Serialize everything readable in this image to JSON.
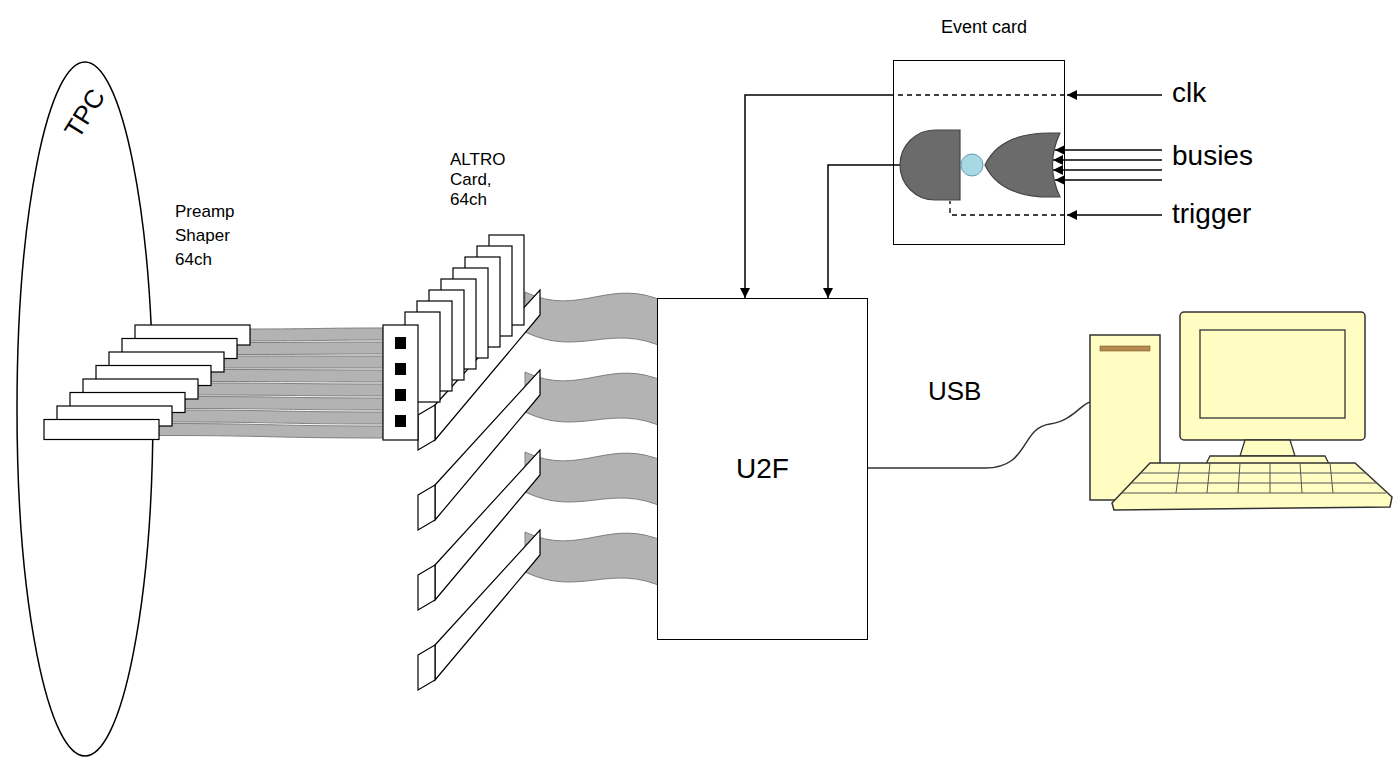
{
  "diagram": {
    "nodes": [
      {
        "text": [
          "TPC"
        ]
      },
      {
        "text": [
          "Preamp Shaper 64ch"
        ]
      },
      {
        "text": [
          "ALTRO Card, 64ch"
        ]
      },
      {
        "text": [
          "Event card"
        ]
      },
      {
        "text": [
          "U2F"
        ]
      }
    ],
    "edges": [
      {
        "from": 1,
        "to": 2,
        "arrow": "none"
      },
      {
        "from": 2,
        "to": 4,
        "arrow": "none"
      },
      {
        "from": 3,
        "to": 4,
        "arrow": "to"
      },
      {
        "from": 3,
        "to": 4,
        "arrow": "to"
      }
    ],
    "labels": [
      "clk",
      "busies",
      "trigger",
      "USB"
    ]
  }
}
